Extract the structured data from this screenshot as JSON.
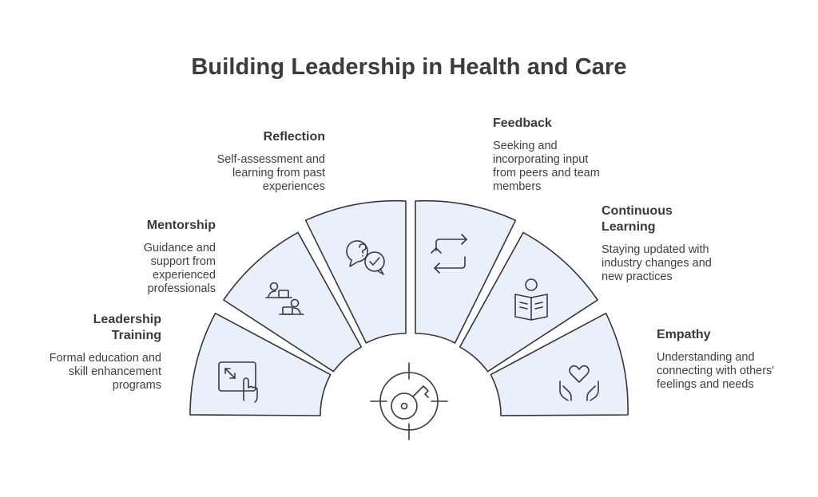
{
  "title": "Building Leadership in Health and Care",
  "items": [
    {
      "heading": "Leadership Training",
      "description": "Formal education and skill enhancement programs",
      "icon": "touch-screen-icon"
    },
    {
      "heading": "Mentorship",
      "description": "Guidance and support from experienced professionals",
      "icon": "mentoring-laptops-icon"
    },
    {
      "heading": "Reflection",
      "description": "Self-assessment and learning from past experiences",
      "icon": "question-check-bubbles-icon"
    },
    {
      "heading": "Feedback",
      "description": "Seeking and incorporating input from peers and team members",
      "icon": "feedback-loop-icon"
    },
    {
      "heading": "Continuous Learning",
      "description": "Staying updated with industry changes and new practices",
      "icon": "reading-person-icon"
    },
    {
      "heading": "Empathy",
      "description": "Understanding and connecting with others' feelings and needs",
      "icon": "heart-hands-icon"
    }
  ],
  "center_icon": "target-key-icon",
  "colors": {
    "segment_fill": "#eaf0fb",
    "outline": "#353535",
    "text": "#3a3a3a"
  }
}
